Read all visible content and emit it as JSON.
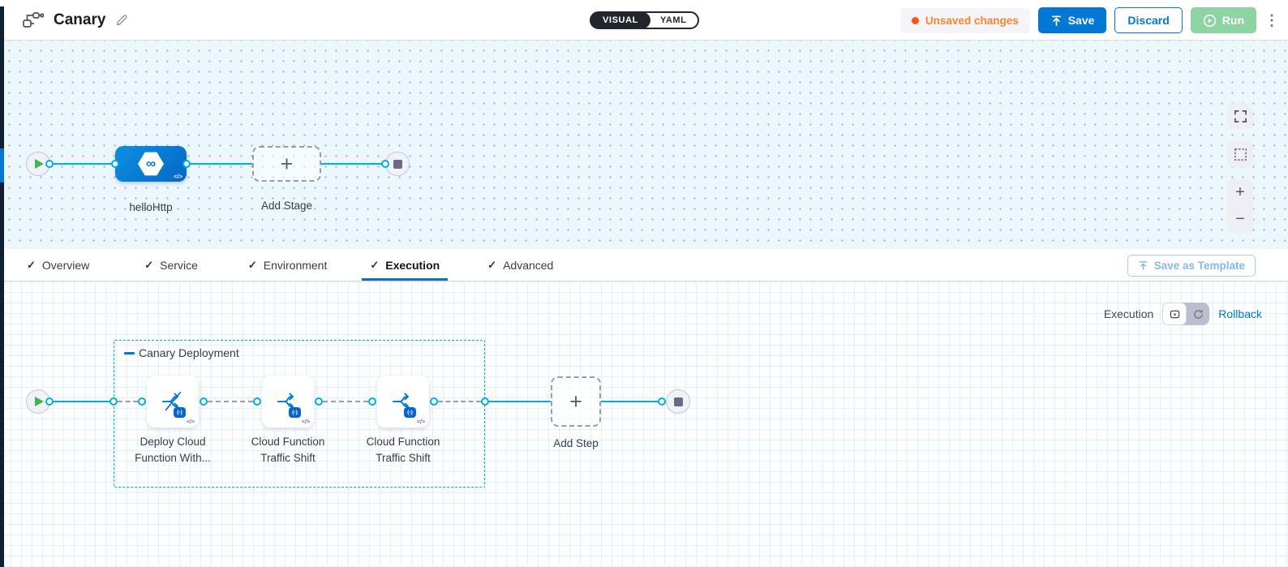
{
  "header": {
    "title": "Canary",
    "mode": {
      "visual": "VISUAL",
      "yaml": "YAML",
      "active": "VISUAL"
    },
    "unsaved": "Unsaved changes",
    "save": "Save",
    "discard": "Discard",
    "run": "Run"
  },
  "stage_canvas": {
    "stage_label": "helloHttp",
    "add_stage": "Add Stage"
  },
  "tabs": {
    "items": [
      {
        "label": "Overview"
      },
      {
        "label": "Service"
      },
      {
        "label": "Environment"
      },
      {
        "label": "Execution"
      },
      {
        "label": "Advanced"
      }
    ],
    "active": "Execution",
    "save_as_template": "Save as Template"
  },
  "execution": {
    "mode_label": "Execution",
    "rollback": "Rollback",
    "group_title": "Canary Deployment",
    "steps": [
      {
        "label": "Deploy Cloud Function With..."
      },
      {
        "label": "Cloud Function Traffic Shift"
      },
      {
        "label": "Cloud Function Traffic Shift"
      }
    ],
    "add_step": "Add Step"
  },
  "icons": {
    "check": "✓",
    "plus": "+",
    "minus": "−",
    "kebab": "⋮",
    "infinity": "∞",
    "code": "</>",
    "function_badge": "(-)"
  },
  "colors": {
    "accent_blue": "#0278d5",
    "edge_cyan": "#00ade4",
    "unsaved_orange": "#ff832b",
    "run_green": "#8ed3a4",
    "play_green": "#45b54b"
  }
}
